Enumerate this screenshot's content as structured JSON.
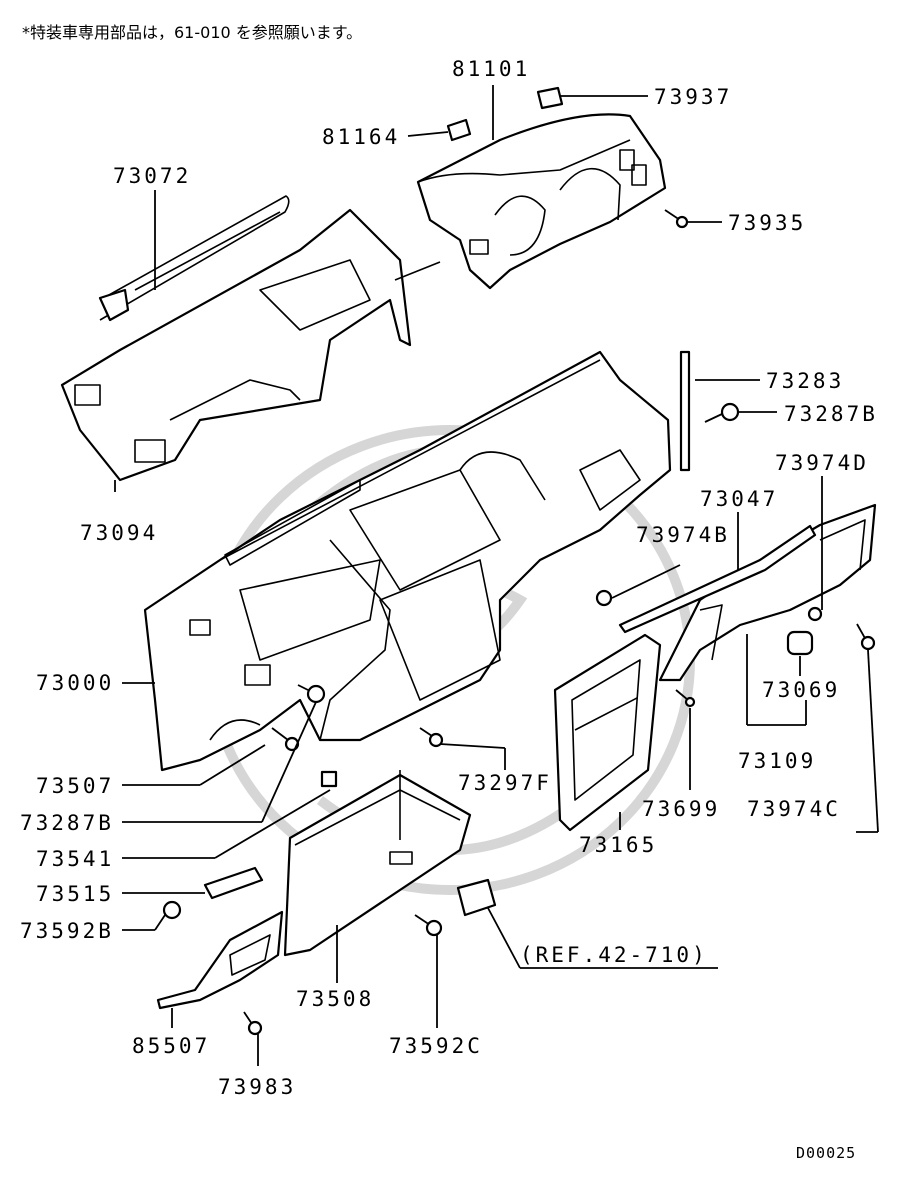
{
  "note": "*特装車専用部品は，61-010 を参照願います。",
  "drawing_code": "D00025",
  "labels": {
    "p81101": "81101",
    "p73937": "73937",
    "p81164": "81164",
    "p73935": "73935",
    "p73072": "73072",
    "p73094": "73094",
    "p73283": "73283",
    "p73287B_a": "73287B",
    "p73974D": "73974D",
    "p73047": "73047",
    "p73974B": "73974B",
    "p73069": "73069",
    "p73109": "73109",
    "p73000": "73000",
    "p73507": "73507",
    "p73287B_b": "73287B",
    "p73297F": "73297F",
    "p73699": "73699",
    "p73974C": "73974C",
    "p73165": "73165",
    "p73541": "73541",
    "p73515": "73515",
    "p73592B": "73592B",
    "p73508": "73508",
    "ref": "(REF.42-710)",
    "p85507": "85507",
    "p73592C": "73592C",
    "p73983": "73983"
  }
}
